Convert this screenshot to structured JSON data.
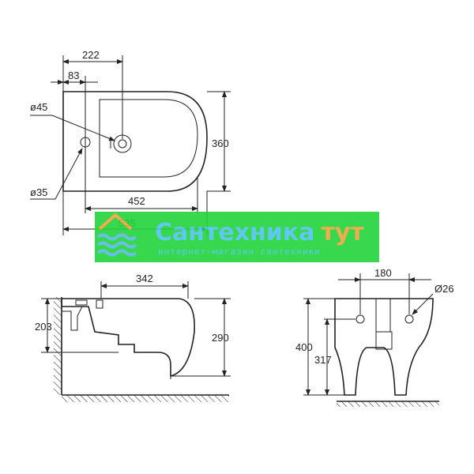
{
  "top_view": {
    "dim_222": "222",
    "dim_83": "83",
    "dim_d45": "ø45",
    "dim_d35": "ø35",
    "dim_360": "360",
    "dim_452": "452",
    "dim_535": "535"
  },
  "side_view": {
    "dim_342": "342",
    "dim_203": "203",
    "dim_290": "290"
  },
  "front_view": {
    "dim_180": "180",
    "dim_d26": "Ø26",
    "dim_400": "400",
    "dim_317": "317"
  },
  "watermark": {
    "title_part1": "Сантехника",
    "title_part2": "тут",
    "subtitle": "интернет-магазин сантехники",
    "colors": {
      "banner_green": "#22d43a",
      "title_blue": "#4fc3f0",
      "title_orange": "#f2a43a",
      "icon_blue": "#5ab8e6"
    }
  }
}
